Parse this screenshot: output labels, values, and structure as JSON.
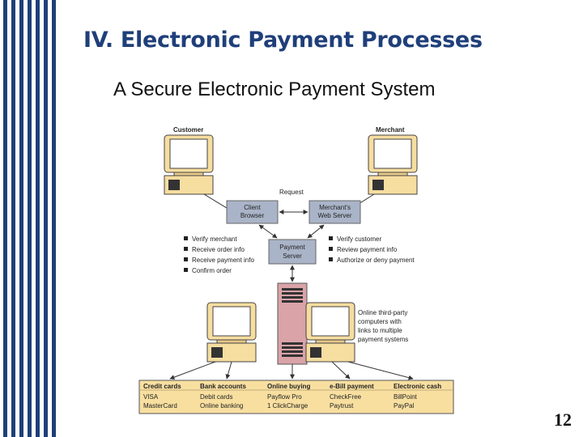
{
  "slide": {
    "title": "IV. Electronic Payment Processes",
    "subtitle": "A Secure Electronic Payment System",
    "page_number": "12"
  },
  "diagram": {
    "customer_label": "Customer",
    "merchant_label": "Merchant",
    "request_label": "Request",
    "client_browser": [
      "Client",
      "Browser"
    ],
    "merchant_server": [
      "Merchant's",
      "Web Server"
    ],
    "payment_server": [
      "Payment",
      "Server"
    ],
    "left_bullets": [
      "Verify merchant",
      "Receive order info",
      "Receive payment info",
      "Confirm order"
    ],
    "right_bullets": [
      "Verify customer",
      "Review payment info",
      "Authorize or deny payment"
    ],
    "third_party_note": [
      "Online third-party",
      "computers with",
      "links to multiple",
      "payment systems"
    ],
    "categories": [
      {
        "name": "Credit cards",
        "items": [
          "VISA",
          "MasterCard"
        ]
      },
      {
        "name": "Bank accounts",
        "items": [
          "Debit cards",
          "Online banking"
        ]
      },
      {
        "name": "Online buying",
        "items": [
          "Payflow Pro",
          "1 ClickCharge"
        ]
      },
      {
        "name": "e-Bill payment",
        "items": [
          "CheckFree",
          "Paytrust"
        ]
      },
      {
        "name": "Electronic cash",
        "items": [
          "BillPoint",
          "PayPal"
        ]
      }
    ],
    "colors": {
      "box_fill": "#aab4c8",
      "category_fill": "#f8dfa0",
      "server_fill": "#d9a3a8",
      "title_blue": "#1f3f7a"
    }
  }
}
